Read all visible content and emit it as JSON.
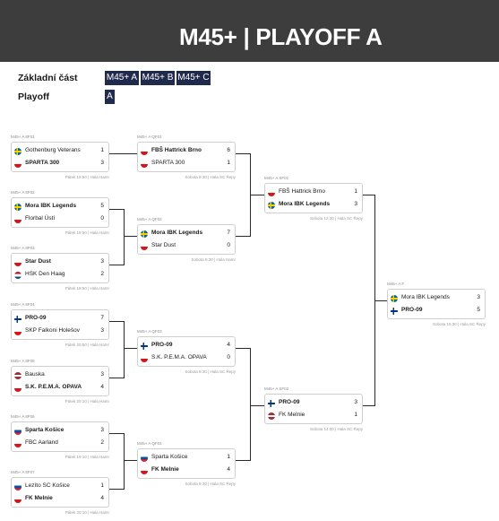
{
  "header": {
    "title": "M45+ | PLAYOFF A"
  },
  "nav": {
    "base_label": "Základní část",
    "playoff_label": "Playoff",
    "groups": [
      "M45+ A",
      "M45+ B",
      "M45+ C"
    ],
    "playoff_tabs": [
      "A"
    ]
  },
  "colors": {
    "header_bg": "#3d3d3d",
    "pill_bg": "#1f2a4d",
    "connector": "#2a2a2a"
  },
  "matches": [
    {
      "label": "M45+ A 8F01",
      "info": "Pátek 19:50 | Hala Hamr",
      "home": {
        "name": "Gothenburg Veterans",
        "flag": "sweden",
        "score": "1",
        "winner": false
      },
      "away": {
        "name": "SPARTA 300",
        "flag": "czech",
        "score": "3",
        "winner": true
      }
    },
    {
      "label": "M45+ A 8F02",
      "info": "Pátek 19:50 | Hala Hamr",
      "home": {
        "name": "Mora IBK Legends",
        "flag": "sweden",
        "score": "5",
        "winner": true
      },
      "away": {
        "name": "Florbal Ústí",
        "flag": "czech",
        "score": "0",
        "winner": false
      }
    },
    {
      "label": "M45+ A 8F03",
      "info": "Pátek 19:50 | Hala Hamr",
      "home": {
        "name": "Star Dust",
        "flag": "czech",
        "score": "3",
        "winner": true
      },
      "away": {
        "name": "HSK Den Haag",
        "flag": "netherlands",
        "score": "2",
        "winner": false
      }
    },
    {
      "label": "M45+ A 8F04",
      "info": "Pátek 20:50 | Hala Hamr",
      "home": {
        "name": "PRO-09",
        "flag": "finland",
        "score": "7",
        "winner": true
      },
      "away": {
        "name": "SKP Falkoni Holešov",
        "flag": "czech",
        "score": "3",
        "winner": false
      }
    },
    {
      "label": "M45+ A 8F05",
      "info": "Pátek 20:10 | Hala Hamr",
      "home": {
        "name": "Bauska",
        "flag": "latvia",
        "score": "3",
        "winner": false
      },
      "away": {
        "name": "S.K. P.E.M.A. OPAVA",
        "flag": "czech",
        "score": "4",
        "winner": true
      }
    },
    {
      "label": "M45+ A 8F06",
      "info": "Pátek 19:10 | Hala Hamr",
      "home": {
        "name": "Sparta Košice",
        "flag": "slovakia",
        "score": "3",
        "winner": true
      },
      "away": {
        "name": "FBC Aarland",
        "flag": "czech",
        "score": "2",
        "winner": false
      }
    },
    {
      "label": "M45+ A 8F07",
      "info": "Pátek 20:10 | Hala Hamr",
      "home": {
        "name": "Lezíto SC Košice",
        "flag": "slovakia",
        "score": "1",
        "winner": false
      },
      "away": {
        "name": "FK Melnie",
        "flag": "czech",
        "score": "4",
        "winner": true
      }
    },
    {
      "label": "M45+ A QF01",
      "info": "Sobota 9:30 | Hala SC Řepy",
      "home": {
        "name": "FBŠ Hattrick Brno",
        "flag": "czech",
        "score": "6",
        "winner": true
      },
      "away": {
        "name": "SPARTA 300",
        "flag": "czech",
        "score": "1",
        "winner": false
      }
    },
    {
      "label": "M45+ A QF02",
      "info": "Sobota 9:30 | Hala Hamr",
      "home": {
        "name": "Mora IBK Legends",
        "flag": "sweden",
        "score": "7",
        "winner": true
      },
      "away": {
        "name": "Star Dust",
        "flag": "czech",
        "score": "0",
        "winner": false
      }
    },
    {
      "label": "M45+ A QF03",
      "info": "Sobota 9:30 | Hala SC Řepy",
      "home": {
        "name": "PRO-09",
        "flag": "finland",
        "score": "4",
        "winner": true
      },
      "away": {
        "name": "S.K. P.E.M.A. OPAVA",
        "flag": "czech",
        "score": "0",
        "winner": false
      }
    },
    {
      "label": "M45+ A QF04",
      "info": "Sobota 9:30 | Hala SC Řepy",
      "home": {
        "name": "Sparta Košice",
        "flag": "slovakia",
        "score": "1",
        "winner": false
      },
      "away": {
        "name": "FK Melnie",
        "flag": "czech",
        "score": "4",
        "winner": true
      }
    },
    {
      "label": "M45+ A SF01",
      "info": "Sobota 12:30 | Hala SC Řepy",
      "home": {
        "name": "FBŠ Hattrick Brno",
        "flag": "czech",
        "score": "1",
        "winner": false
      },
      "away": {
        "name": "Mora IBK Legends",
        "flag": "sweden",
        "score": "3",
        "winner": true
      }
    },
    {
      "label": "M45+ A SF02",
      "info": "Sobota 14:00 | Hala SC Řepy",
      "home": {
        "name": "PRO-09",
        "flag": "finland",
        "score": "3",
        "winner": true
      },
      "away": {
        "name": "FK Melnie",
        "flag": "latvia",
        "score": "1",
        "winner": false
      }
    },
    {
      "label": "M45+ A F",
      "info": "Sobota 16:30 | Hala SC Řepy",
      "home": {
        "name": "Mora IBK Legends",
        "flag": "sweden",
        "score": "3",
        "winner": false
      },
      "away": {
        "name": "PRO-09",
        "flag": "finland",
        "score": "5",
        "winner": true
      }
    }
  ]
}
